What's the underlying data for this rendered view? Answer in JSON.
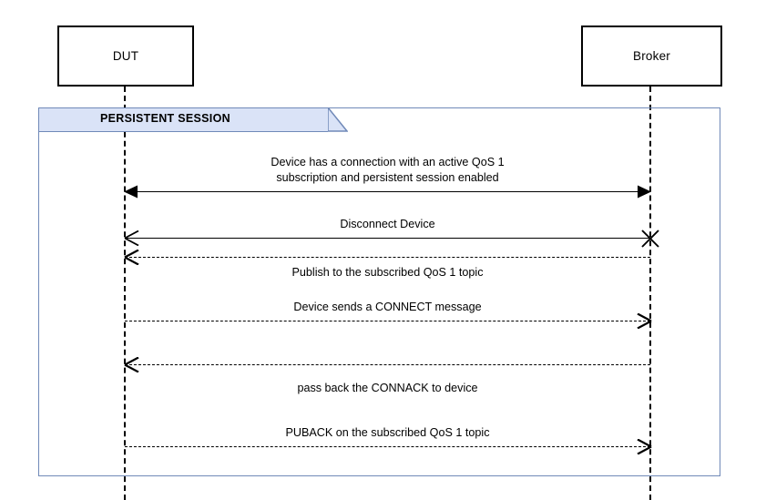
{
  "diagram": {
    "type": "uml-sequence-diagram",
    "title": "",
    "background": "#ffffff",
    "line_color": "#000000",
    "fragment_fill": "#dae3f7",
    "fragment_border": "#7089b8"
  },
  "participants": [
    {
      "id": "dut",
      "label": "DUT"
    },
    {
      "id": "broker",
      "label": "Broker"
    }
  ],
  "fragment": {
    "label": "PERSISTENT SESSION"
  },
  "messages": [
    {
      "id": "m1",
      "label_line1": "Device has a connection with an active QoS 1",
      "label_line2": "subscription and persistent session enabled",
      "style": "solid",
      "direction": "both",
      "label_position": "above"
    },
    {
      "id": "m2",
      "label_line1": "Disconnect Device",
      "label_line2": "",
      "style": "solid",
      "direction": "left",
      "label_position": "above"
    },
    {
      "id": "m3",
      "label_line1": "Publish to the subscribed QoS 1 topic",
      "label_line2": "",
      "style": "dashed",
      "direction": "left",
      "label_position": "below"
    },
    {
      "id": "m4",
      "label_line1": "Device sends a CONNECT message",
      "label_line2": "",
      "style": "dashed",
      "direction": "right",
      "label_position": "above"
    },
    {
      "id": "m5",
      "label_line1": "pass back the CONNACK to device",
      "label_line2": "",
      "style": "dashed",
      "direction": "left",
      "label_position": "below"
    },
    {
      "id": "m6",
      "label_line1": "PUBACK on the subscribed QoS 1 topic",
      "label_line2": "",
      "style": "dashed",
      "direction": "right",
      "label_position": "above"
    }
  ],
  "markers": [
    {
      "id": "destruction",
      "name": "destruction-x",
      "on": "broker"
    }
  ]
}
